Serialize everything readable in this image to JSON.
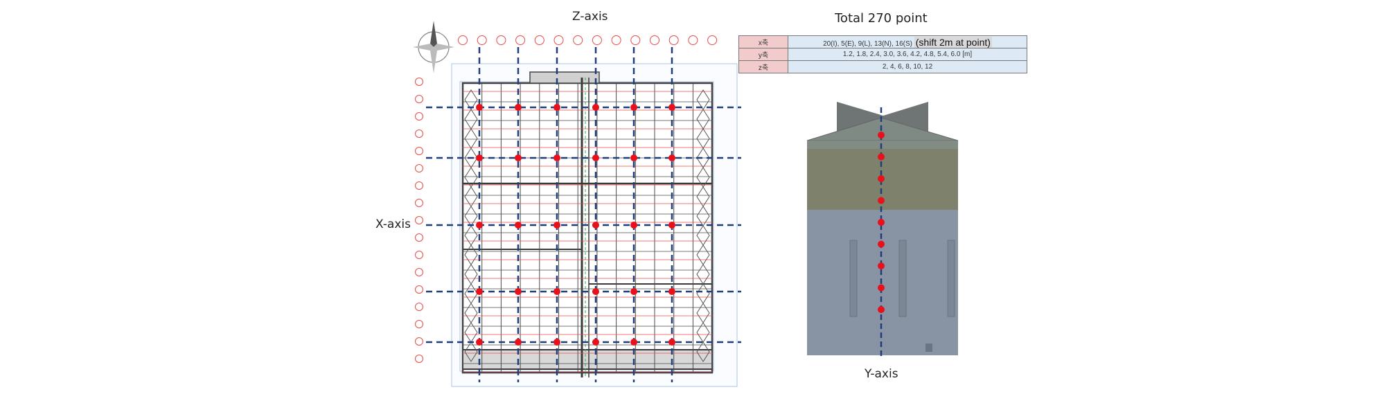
{
  "labels": {
    "title": "Total 270 point",
    "z_axis": "Z-axis",
    "x_axis": "X-axis",
    "y_axis": "Y-axis"
  },
  "legend": {
    "rows": [
      {
        "key": "x축",
        "value": "20(I), 5(E), 9(L), 13(N), 16(S)",
        "note": "(shift 2m at point)"
      },
      {
        "key": "y축",
        "value": "1.2, 1.8, 2.4, 3.0, 3.6, 4.2, 4.8, 5.4, 6.0 [m]"
      },
      {
        "key": "z축",
        "value": "2, 4, 6, 8, 10, 12"
      }
    ]
  },
  "colors": {
    "point": "#e8111b",
    "axis_line": "#1f3d7a",
    "grid_red": "#e84a4a",
    "grid_blue": "#8fb3df",
    "structure": "#3a3a3a",
    "roof": "#6d7a74",
    "upper_wall": "#7e826c",
    "lower_wall": "#8894a3"
  }
}
